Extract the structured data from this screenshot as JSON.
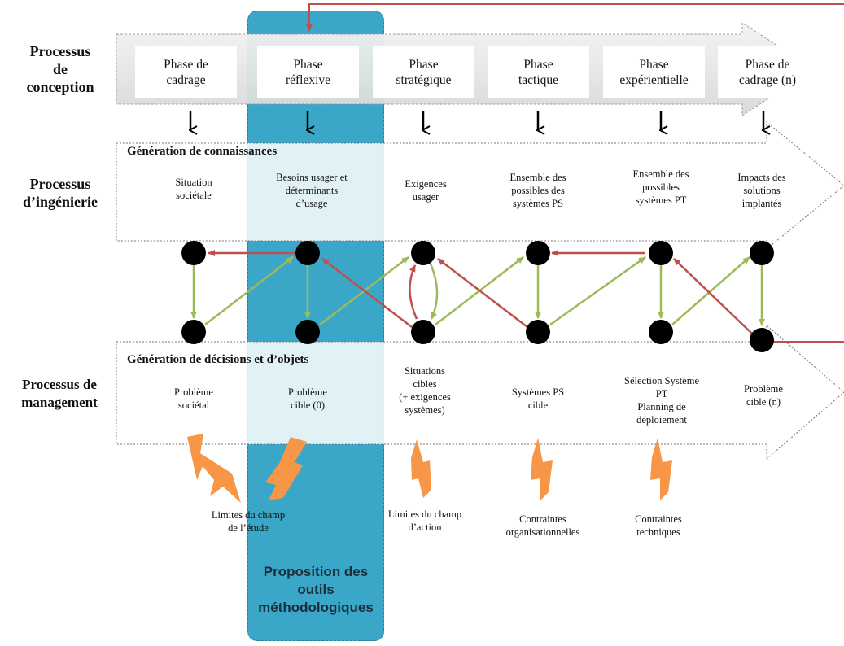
{
  "row_labels": {
    "conception": "Processus\nde\nconception",
    "ingenierie": "Processus\nd’ingénierie",
    "management": "Processus de\nmanagement"
  },
  "phases": [
    "Phase de\ncadrage",
    "Phase\nréflexive",
    "Phase\nstratégique",
    "Phase\ntactique",
    "Phase\nexpérientielle",
    "Phase de\ncadrage (n)"
  ],
  "knowledge": {
    "title": "Génération de connaissances",
    "items": [
      "Situation\nsociétale",
      "Besoins usager et\ndéterminants\nd’usage",
      "Exigences\nusager",
      "Ensemble des\npossibles des\nsystèmes PS",
      "Ensemble des\npossibles\nsystèmes PT",
      "Impacts des\nsolutions\nimplantés"
    ]
  },
  "decisions": {
    "title": "Génération de décisions et d’objets",
    "items": [
      "Problème\nsociétal",
      "Problème\ncible (0)",
      "Situations\ncibles\n(+ exigences\nsystèmes)",
      "Systèmes PS\ncible",
      "Sélection Système\nPT\nPlanning de\ndéploiement",
      "Problème\ncible (n)"
    ]
  },
  "constraints": [
    "Limites du champ\nde l’étude",
    "Limites du champ\nd’action",
    "Contraintes\norganisationnelles",
    "Contraintes\ntechniques"
  ],
  "highlight_label": "Proposition des\noutils\nméthodologiques",
  "colors": {
    "band": "#3ba7c8",
    "red_arrow": "#c0504d",
    "green_arrow": "#9bbb59",
    "bolt": "#f79646",
    "node": "#000000",
    "big_arrow_fill": "#e6e6e6"
  }
}
